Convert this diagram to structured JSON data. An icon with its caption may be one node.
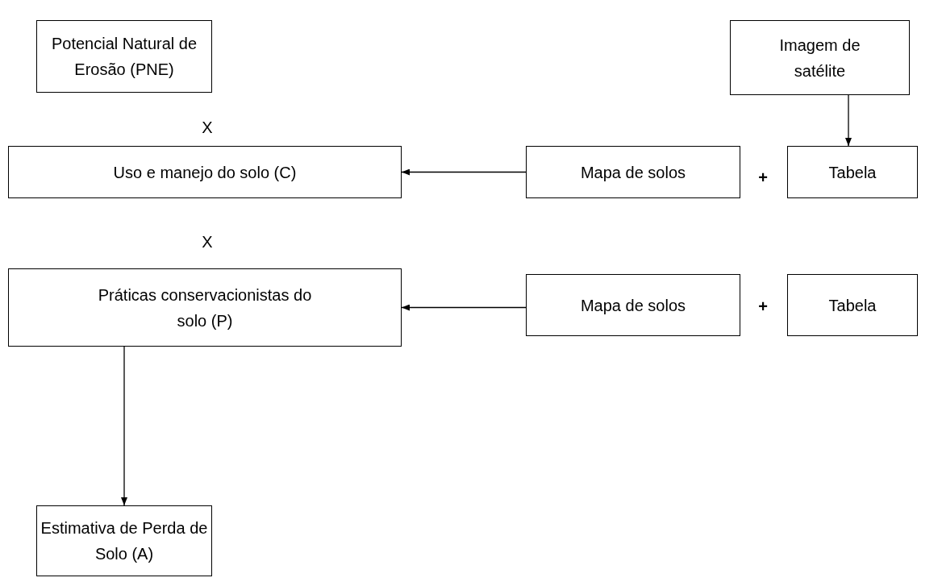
{
  "diagram": {
    "nodes": [
      {
        "text": [
          "Potencial Natural de Erosão (PNE)"
        ]
      },
      {
        "text": [
          "Imagem de satélite"
        ]
      },
      {
        "text": [
          "Uso e manejo do solo (C)"
        ]
      },
      {
        "text": [
          "Mapa de solos"
        ]
      },
      {
        "text": [
          "Tabela"
        ]
      },
      {
        "text": [
          "Práticas conservacionistas do solo (P)"
        ]
      },
      {
        "text": [
          "Mapa de solos"
        ]
      },
      {
        "text": [
          "Tabela"
        ]
      },
      {
        "text": [
          "Estimativa de Perda de Solo (A)"
        ]
      }
    ],
    "edges": [
      {
        "from": 1,
        "to": 4,
        "arrow": "to"
      },
      {
        "from": 3,
        "to": 2,
        "arrow": "to"
      },
      {
        "from": 6,
        "to": 5,
        "arrow": "to"
      },
      {
        "from": 5,
        "to": 8,
        "arrow": "to"
      }
    ],
    "labels": [
      "X",
      "+",
      "X",
      "+"
    ]
  }
}
